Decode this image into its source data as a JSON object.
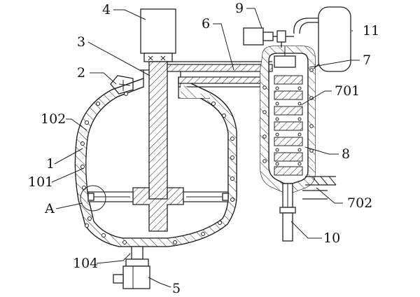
{
  "figure": {
    "labels": {
      "l1": "1",
      "l2": "2",
      "l3": "3",
      "l4": "4",
      "l5": "5",
      "l6": "6",
      "l7": "7",
      "l8": "8",
      "l9": "9",
      "l10": "10",
      "l11": "11",
      "l101": "101",
      "l102": "102",
      "l104": "104",
      "l701": "701",
      "l702": "702",
      "lA": "A"
    }
  }
}
